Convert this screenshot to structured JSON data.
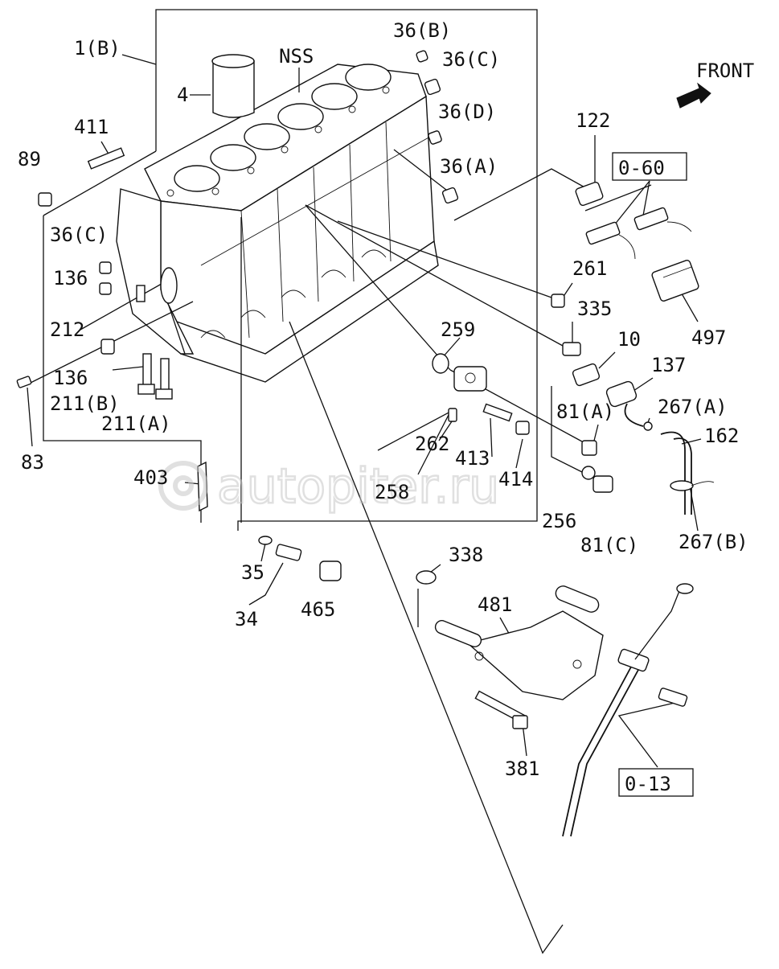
{
  "colors": {
    "ink": "#111111",
    "paper": "#ffffff",
    "watermark": "#c8c8c8"
  },
  "direction": {
    "label": "FRONT",
    "icon": "front-arrow-icon"
  },
  "watermark": {
    "text": "autopiter.ru",
    "icon": "at-sign-icon"
  },
  "references": {
    "ref_060": "0-60",
    "ref_013": "0-13"
  },
  "labels": {
    "l1b": "1(B)",
    "lnss": "NSS",
    "l4": "4",
    "l411": "411",
    "l89": "89",
    "l36b": "36(B)",
    "l36c_top": "36(C)",
    "l36d": "36(D)",
    "l36a": "36(A)",
    "l36c_left": "36(C)",
    "l136_a": "136",
    "l212": "212",
    "l136_b": "136",
    "l211b": "211(B)",
    "l211a": "211(A)",
    "l83": "83",
    "l122": "122",
    "l261": "261",
    "l335": "335",
    "l10": "10",
    "l137": "137",
    "l497": "497",
    "l259": "259",
    "l262": "262",
    "l413": "413",
    "l414": "414",
    "l258": "258",
    "l81a": "81(A)",
    "l267a": "267(A)",
    "l162": "162",
    "l256": "256",
    "l81c": "81(C)",
    "l267b": "267(B)",
    "l403": "403",
    "l35": "35",
    "l34": "34",
    "l465": "465",
    "l338": "338",
    "l481": "481",
    "l381": "381"
  }
}
